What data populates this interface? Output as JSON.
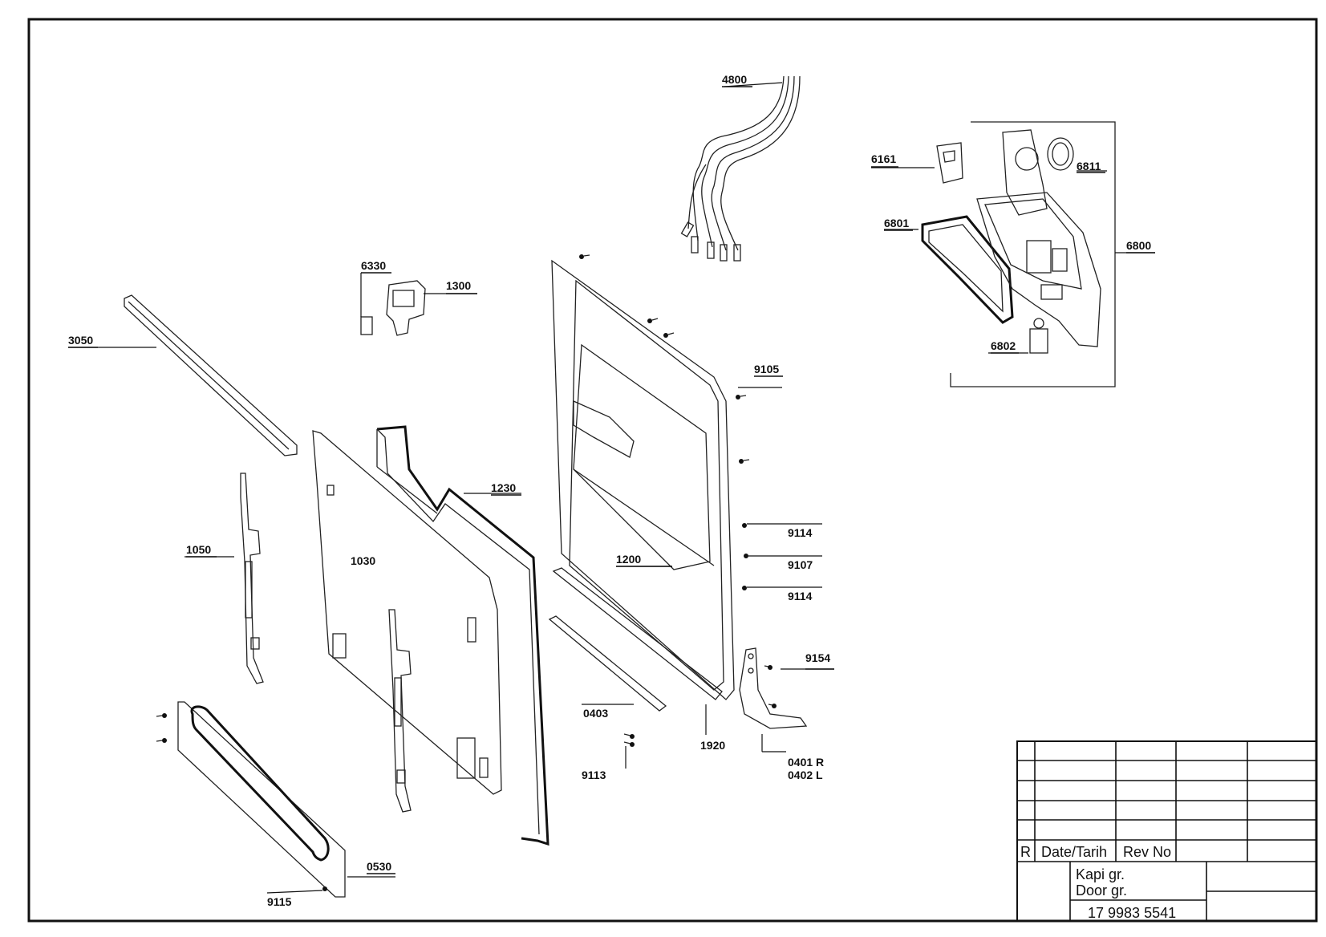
{
  "diagram": {
    "parts": [
      {
        "id": "p4800",
        "label": "4800"
      },
      {
        "id": "p6161",
        "label": "6161"
      },
      {
        "id": "p6811",
        "label": "6811"
      },
      {
        "id": "p6801",
        "label": "6801"
      },
      {
        "id": "p6800",
        "label": "6800"
      },
      {
        "id": "p6802",
        "label": "6802"
      },
      {
        "id": "p6330",
        "label": "6330"
      },
      {
        "id": "p1300",
        "label": "1300"
      },
      {
        "id": "p3050",
        "label": "3050"
      },
      {
        "id": "p9105",
        "label": "9105"
      },
      {
        "id": "p1230",
        "label": "1230"
      },
      {
        "id": "p1050",
        "label": "1050"
      },
      {
        "id": "p1030",
        "label": "1030"
      },
      {
        "id": "p1200",
        "label": "1200"
      },
      {
        "id": "p9114a",
        "label": "9114"
      },
      {
        "id": "p9107",
        "label": "9107"
      },
      {
        "id": "p9114b",
        "label": "9114"
      },
      {
        "id": "p9154",
        "label": "9154"
      },
      {
        "id": "p0403",
        "label": "0403"
      },
      {
        "id": "p1920",
        "label": "1920"
      },
      {
        "id": "p0401",
        "label": "0401 R"
      },
      {
        "id": "p0402",
        "label": "0402 L"
      },
      {
        "id": "p9113",
        "label": "9113"
      },
      {
        "id": "p0530",
        "label": "0530"
      },
      {
        "id": "p9115",
        "label": "9115"
      }
    ]
  },
  "title_block": {
    "rev_letter": "R",
    "date_header": "Date/Tarih",
    "rev_header": "Rev No",
    "title_line1": "Kapi gr.",
    "title_line2": "Door gr.",
    "drawing_number": "17 9983 5541"
  }
}
